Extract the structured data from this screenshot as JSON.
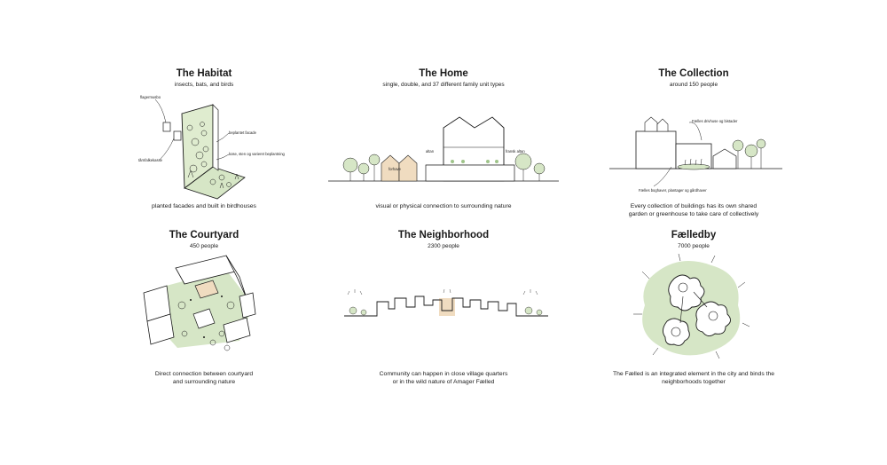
{
  "panels": {
    "habitat": {
      "title": "The Habitat",
      "subtitle": "insects, bats, and birds",
      "caption": "planted facades and built in birdhouses",
      "labels": [
        "flagermusbo",
        "tårnfalkekasse",
        "beplantet facade",
        "kose, sten og varieret beplantning"
      ]
    },
    "home": {
      "title": "The Home",
      "subtitle": "single, double, and 37 different family unit types",
      "caption": "visual or physical connection to surrounding nature",
      "labels": [
        "altan",
        "fransk altan",
        "forhave"
      ]
    },
    "collection": {
      "title": "The Collection",
      "subtitle": "around 150 people",
      "caption_line1": "Every collection of buildings has its own shared",
      "caption_line2": "garden or greenhouse to take care of collectively",
      "labels": [
        "Fælles drivhuse og bistader",
        "Fælles boghaver, plantager og gårdhaver"
      ]
    },
    "courtyard": {
      "title": "The Courtyard",
      "subtitle": "450 people",
      "caption_line1": "Direct connection between courtyard",
      "caption_line2": "and surrounding nature"
    },
    "neighborhood": {
      "title": "The Neighborhood",
      "subtitle": "2300 people",
      "caption_line1": "Community can happen in close village quarters",
      "caption_line2": "or in the wild nature of Amager Fælled"
    },
    "faelledby": {
      "title": "Fælledby",
      "subtitle": "7000 people",
      "caption_line1": "The Fælled is an integrated element in the city and binds the",
      "caption_line2": "neighborhoods together"
    }
  },
  "colors": {
    "green": "#d6e6c6",
    "tan": "#f0dcc0",
    "ink": "#1a1a1a"
  }
}
